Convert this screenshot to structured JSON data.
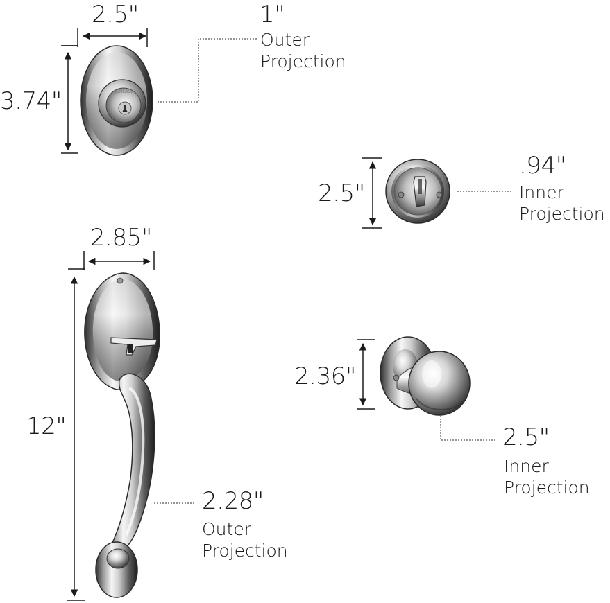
{
  "deadbolt_exterior": {
    "width": "2.5\"",
    "height": "3.74\"",
    "projection_value": "1\"",
    "projection_label_1": "Outer",
    "projection_label_2": "Projection"
  },
  "deadbolt_interior": {
    "height": "2.5\"",
    "projection_value": ".94\"",
    "projection_label_1": "Inner",
    "projection_label_2": "Projection"
  },
  "handleset": {
    "width": "2.85\"",
    "height": "12\"",
    "projection_value": "2.28\"",
    "projection_label_1": "Outer",
    "projection_label_2": "Projection"
  },
  "interior_knob": {
    "height": "2.36\"",
    "projection_value": "2.5\"",
    "projection_label_1": "Inner",
    "projection_label_2": "Projection"
  },
  "colors": {
    "text": "#1a1a1a",
    "dimension_line": "#1a1a1a",
    "leader_line": "#555555",
    "chrome_dark": "#3a3a3a",
    "chrome_light": "#f4f4f4"
  }
}
